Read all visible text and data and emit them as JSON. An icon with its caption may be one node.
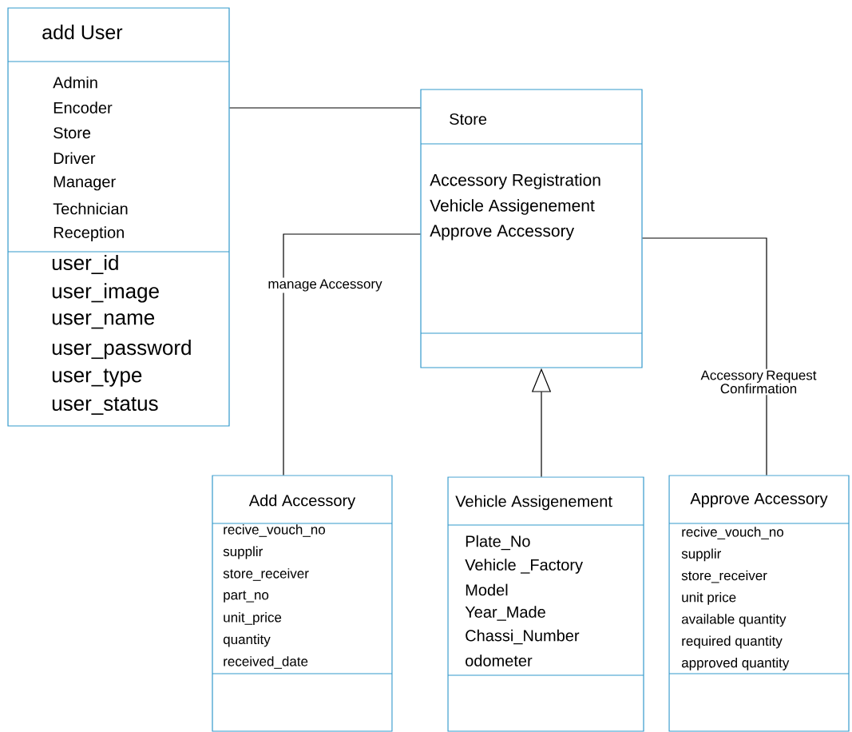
{
  "diagram": {
    "nodes": [
      {
        "text": [
          "add User",
          "Admin",
          "Encoder",
          "Store",
          "Driver",
          "Manager",
          "Technician",
          "Reception",
          "user_id",
          "user_image",
          "user_name",
          "user_password",
          "user_type",
          "user_status"
        ]
      },
      {
        "text": [
          "Store",
          "Accessory Registration",
          "Vehicle Assigenement",
          "Approve Accessory"
        ]
      },
      {
        "text": [
          "Add Accessory",
          "recive_vouch_no",
          "supplir",
          "store_receiver",
          "part_no",
          "unit_price",
          "quantity",
          "received_date"
        ]
      },
      {
        "text": [
          "Vehicle Assigenement",
          "Plate_No",
          "Vehicle _Factory",
          "Model",
          "Year_Made",
          "Chassi_Number",
          "odometer"
        ]
      },
      {
        "text": [
          "Approve Accessory",
          "recive_vouch_no",
          "supplir",
          "store_receiver",
          "unit  price",
          "available quantity",
          "required quantity",
          "approved quantity"
        ]
      }
    ],
    "edges": [
      {
        "from": 0,
        "to": 1,
        "arrow": "none"
      },
      {
        "from": 1,
        "to": 2,
        "arrow": "none",
        "label": "manage Accessory"
      },
      {
        "from": 3,
        "to": 1,
        "arrow": "to"
      },
      {
        "from": 1,
        "to": 4,
        "arrow": "none",
        "label": "Accessory Request Confirmation"
      }
    ]
  }
}
